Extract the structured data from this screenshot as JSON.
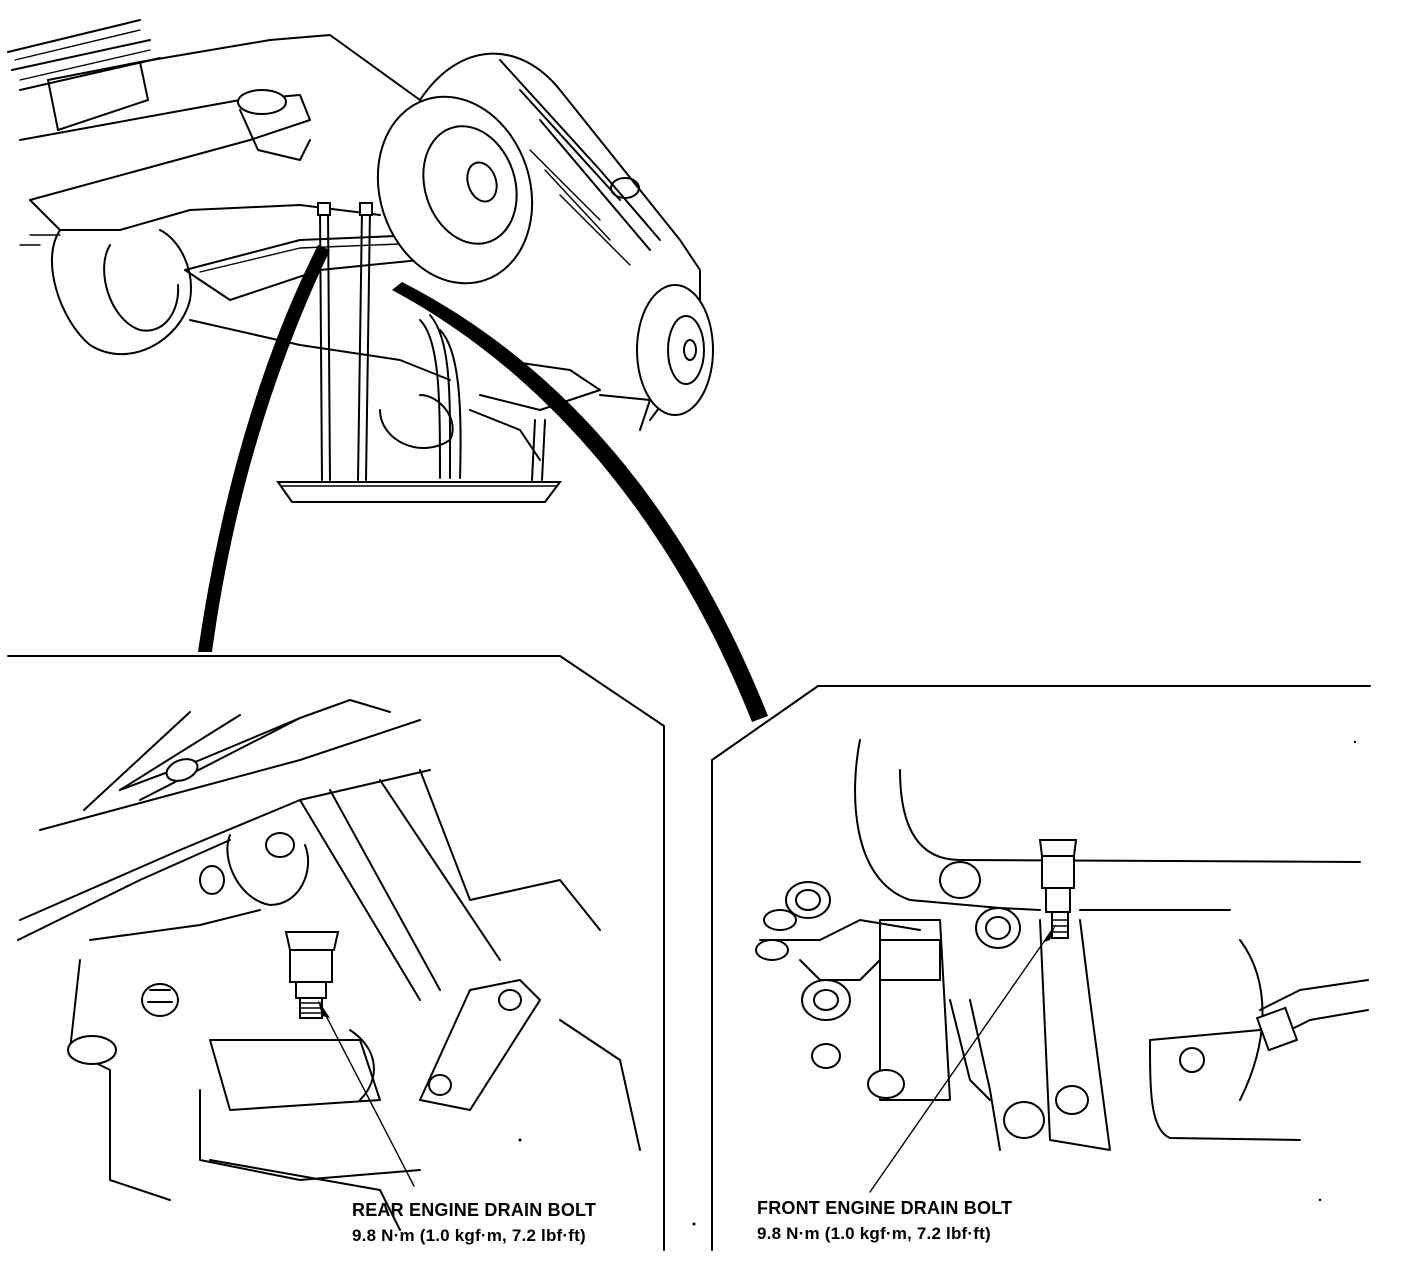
{
  "rear_drain_bolt": {
    "label": "REAR ENGINE DRAIN BOLT",
    "torque": "9.8 N·m (1.0 kgf·m, 7.2 lbf·ft)"
  },
  "front_drain_bolt": {
    "label": "FRONT ENGINE DRAIN BOLT",
    "torque": "9.8 N·m (1.0 kgf·m, 7.2 lbf·ft)"
  }
}
